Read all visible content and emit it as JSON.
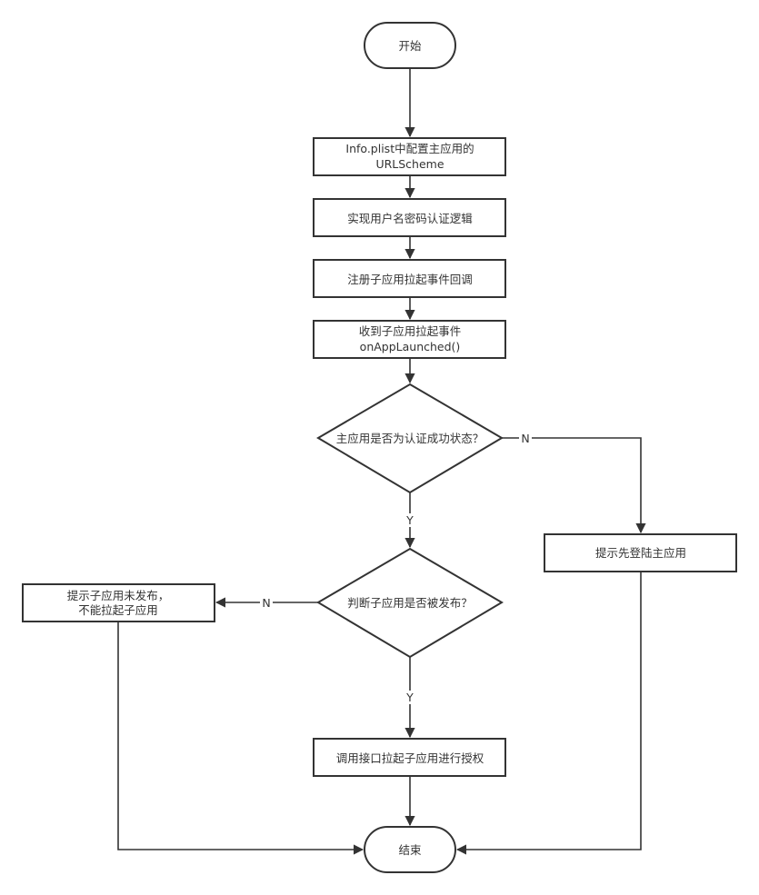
{
  "nodes": {
    "start": "开始",
    "config_line1": "Info.plist中配置主应用的",
    "config_line2": "URLScheme",
    "auth_logic": "实现用户名密码认证逻辑",
    "register": "注册子应用拉起事件回调",
    "receive_line1": "收到子应用拉起事件",
    "receive_line2": "onAppLaunched()",
    "decision_auth": "主应用是否为认证成功状态？",
    "hint_login": "提示先登陆主应用",
    "decision_published": "判断子应用是否被发布？",
    "hint_unpublished_line1": "提示子应用未发布，",
    "hint_unpublished_line2": "不能拉起子应用",
    "invoke": "调用接口拉起子应用进行授权",
    "end": "结束"
  },
  "edge_labels": {
    "auth_no": "N",
    "auth_yes": "Y",
    "published_no": "N",
    "published_yes": "Y"
  },
  "colors": {
    "stroke": "#333333",
    "fill": "#ffffff",
    "text": "#333333"
  }
}
